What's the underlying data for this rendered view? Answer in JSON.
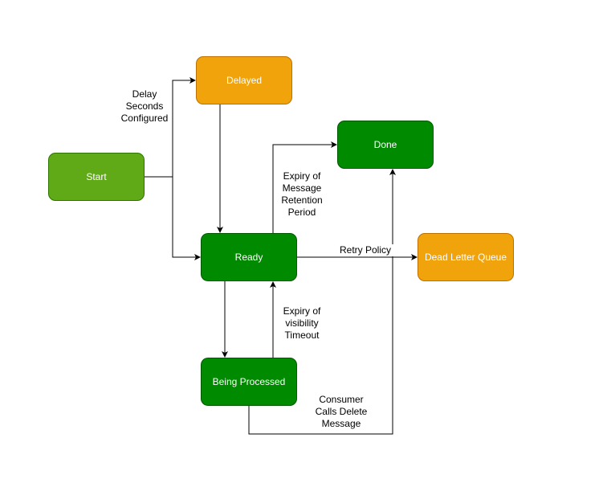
{
  "colors": {
    "start_fill": "#60A917",
    "start_stroke": "#2D7600",
    "green_fill": "#008A00",
    "green_stroke": "#005700",
    "orange_fill": "#F0A30A",
    "orange_stroke": "#BD7000",
    "edge": "#000000"
  },
  "nodes": {
    "start": "Start",
    "delayed": "Delayed",
    "done": "Done",
    "ready": "Ready",
    "dlq": "Dead Letter Queue",
    "processing": "Being Processed"
  },
  "edge_labels": {
    "delay": "Delay\nSeconds\nConfigured",
    "retention": "Expiry of\nMessage\nRetention\nPeriod",
    "retry": "Retry Policy",
    "visibility": "Expiry of\nvisibility\nTimeout",
    "delete": "Consumer\nCalls Delete\nMessage"
  }
}
